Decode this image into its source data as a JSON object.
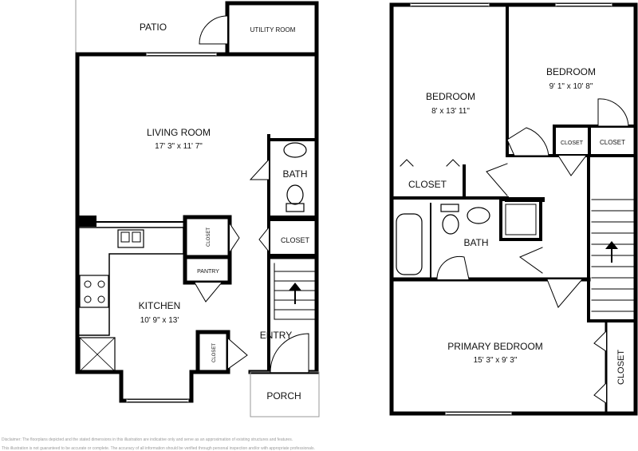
{
  "first_floor": {
    "patio": "PATIO",
    "utility_room": "UTILITY ROOM",
    "living_room": {
      "name": "LIVING ROOM",
      "dims": "17' 3\" x 11' 7\""
    },
    "bath": "BATH",
    "closet_hall": "CLOSET",
    "closet_kitchen": "CLOSET",
    "pantry": "PANTRY",
    "kitchen": {
      "name": "KITCHEN",
      "dims": "10' 9\" x 13'"
    },
    "closet_entry": "CLOSET",
    "entry": "ENTRY",
    "porch": "PORCH"
  },
  "second_floor": {
    "bedroom_left": {
      "name": "BEDROOM",
      "dims": "8' x 13' 11\""
    },
    "bedroom_right": {
      "name": "BEDROOM",
      "dims": "9' 1\" x 10' 8\""
    },
    "closet_left": "CLOSET",
    "closet_small_1": "CLOSET",
    "closet_small_2": "CLOSET",
    "bath": "BATH",
    "primary_bedroom": {
      "name": "PRIMARY BEDROOM",
      "dims": "15' 3\" x 9' 3\""
    },
    "closet_primary": "CLOSET"
  },
  "disclaimer": [
    "Disclaimer: The floorplans depicted and the stated dimensions in this illustration are indicative only and serve as an approximation of existing structures and features.",
    "This illustration is not guaranteed to be accurate or complete. The accuracy of all information should be verified through personal inspection and/or with appropriate professionals."
  ]
}
